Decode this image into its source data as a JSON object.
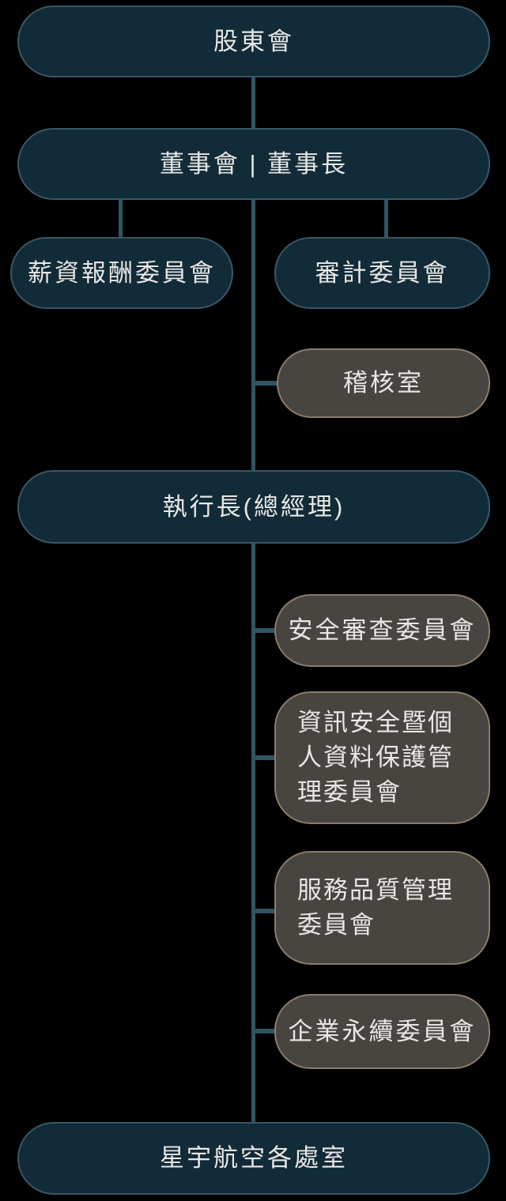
{
  "org_chart": {
    "nodes": {
      "shareholders": {
        "label": "股東會"
      },
      "board": {
        "label": "董事會 | 董事長"
      },
      "compensation": {
        "label": "薪資報酬委員會"
      },
      "audit_committee": {
        "label": "審計委員會"
      },
      "audit_office": {
        "label": "稽核室"
      },
      "ceo": {
        "label": "執行長(總經理)"
      },
      "safety": {
        "label": "安全審查委員會"
      },
      "infosec": {
        "label": "資訊安全暨個人資料保護管理委員會"
      },
      "service_quality": {
        "label": "服務品質管理委員會"
      },
      "sustainability": {
        "label": "企業永續委員會"
      },
      "departments": {
        "label": "星宇航空各處室"
      }
    },
    "edges": [
      [
        "shareholders",
        "board"
      ],
      [
        "board",
        "compensation"
      ],
      [
        "board",
        "audit_committee"
      ],
      [
        "board",
        "audit_office"
      ],
      [
        "board",
        "ceo"
      ],
      [
        "ceo",
        "safety"
      ],
      [
        "ceo",
        "infosec"
      ],
      [
        "ceo",
        "service_quality"
      ],
      [
        "ceo",
        "sustainability"
      ],
      [
        "ceo",
        "departments"
      ]
    ]
  },
  "colors": {
    "dark_box_fill": "#112b38",
    "dark_box_border": "#3a5765",
    "gray_box_fill": "#484440",
    "gray_box_border": "#8b7c6c",
    "line_color": "#305562",
    "text_color": "#e9e7e4",
    "background": "#000000"
  }
}
